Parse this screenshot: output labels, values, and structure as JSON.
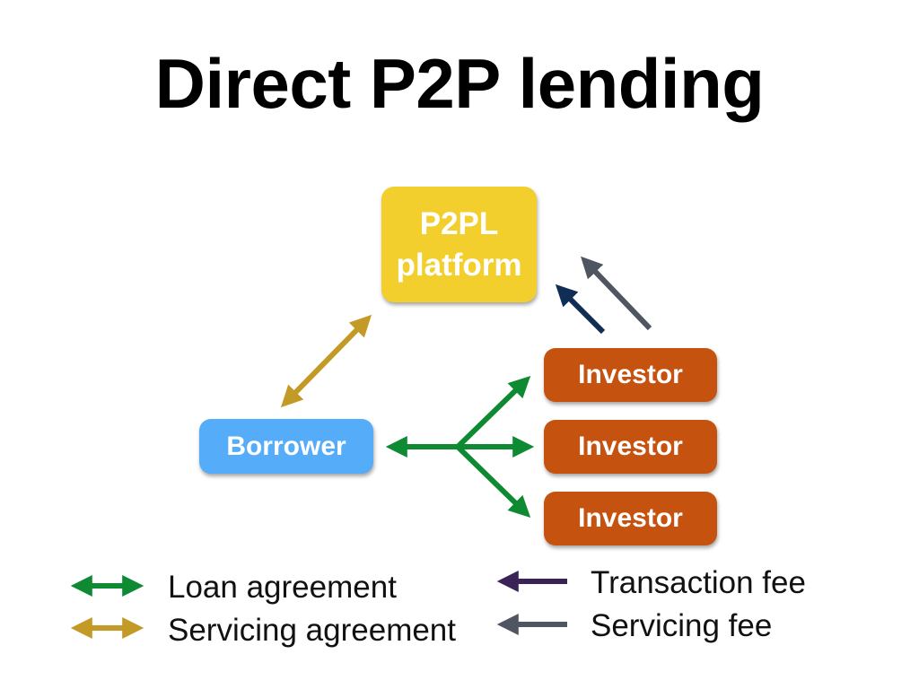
{
  "title": "Direct P2P lending",
  "nodes": {
    "platform": [
      "P2PL",
      "platform"
    ],
    "borrower": "Borrower",
    "investors": [
      "Investor",
      "Investor",
      "Investor"
    ]
  },
  "legend": {
    "loan_agreement": "Loan agreement",
    "servicing_agreement": "Servicing agreement",
    "transaction_fee": "Transaction fee",
    "servicing_fee": "Servicing fee"
  },
  "colors": {
    "loan_agreement": "#0d8a32",
    "servicing_agreement": "#c49a26",
    "transaction_fee": "#0f2d55",
    "transaction_fee_legend": "#3a2356",
    "servicing_fee": "#4f5661",
    "platform": "#f3cf2e",
    "borrower": "#55acf8",
    "investor": "#c5520e"
  },
  "icons": [
    "double-arrow-icon",
    "left-arrow-icon",
    "diagonal-arrow-icon"
  ]
}
